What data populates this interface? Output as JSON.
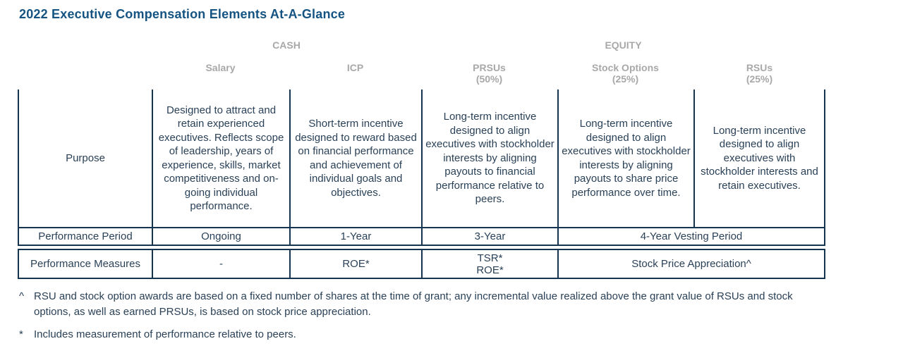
{
  "title": "2022 Executive Compensation Elements At-A-Glance",
  "colors": {
    "title": "#155482",
    "body": "#2A4157",
    "border": "#14344F",
    "header_gray": "#A8A8A8"
  },
  "table": {
    "group_headers": {
      "cash": "CASH",
      "equity": "EQUITY"
    },
    "columns": [
      {
        "name": "Salary",
        "pct": ""
      },
      {
        "name": "ICP",
        "pct": ""
      },
      {
        "name": "PRSUs",
        "pct": "(50%)"
      },
      {
        "name": "Stock Options",
        "pct": "(25%)"
      },
      {
        "name": "RSUs",
        "pct": "(25%)"
      }
    ],
    "purpose_row": {
      "label": "Purpose",
      "cells": [
        "Designed to attract and retain experienced executives. Reflects scope of leadership, years of experience, skills, market competitiveness and on-going individual performance.",
        "Short-term incentive designed to reward based on financial performance and achievement of individual goals and objectives.",
        "Long-term incentive designed to align executives with stockholder interests by aligning payouts to financial performance relative to peers.",
        "Long-term incentive designed to align executives with stockholder interests by aligning payouts to share price performance over time.",
        "Long-term incentive designed to align executives with stockholder interests and retain executives."
      ]
    },
    "period_row": {
      "label": "Performance Period",
      "cells": [
        "Ongoing",
        "1-Year",
        "3-Year",
        "4-Year Vesting Period"
      ]
    },
    "measures_row": {
      "label": "Performance Measures",
      "cells": [
        "-",
        "ROE*",
        "TSR*\nROE*",
        "Stock Price Appreciation^"
      ]
    }
  },
  "footnotes": [
    {
      "marker": "^",
      "text": "RSU and stock option awards are based on a fixed number of shares at the time of grant; any incremental value realized above the grant value of RSUs and stock\noptions, as well as earned PRSUs, is based on stock price appreciation."
    },
    {
      "marker": "*",
      "text": "Includes measurement of performance relative to peers."
    }
  ]
}
